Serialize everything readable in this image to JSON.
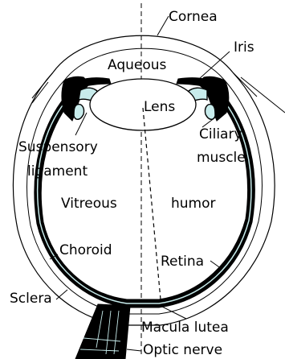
{
  "labels": {
    "cornea": "Cornea",
    "iris": "Iris",
    "aqueous": "Aqueous",
    "lens": "Lens",
    "suspensory_1": "Suspensory",
    "suspensory_2": "ligament",
    "ciliary_1": "Ciliary",
    "ciliary_2": "muscle",
    "vitreous": "Vitreous",
    "humor": "humor",
    "choroid": "Choroid",
    "retina": "Retina",
    "sclera": "Sclera",
    "macula": "Macula lutea",
    "optic": "Optic nerve"
  },
  "colors": {
    "outline": "#000000",
    "background": "#ffffff",
    "fluid_accent": "#c8ecec"
  }
}
